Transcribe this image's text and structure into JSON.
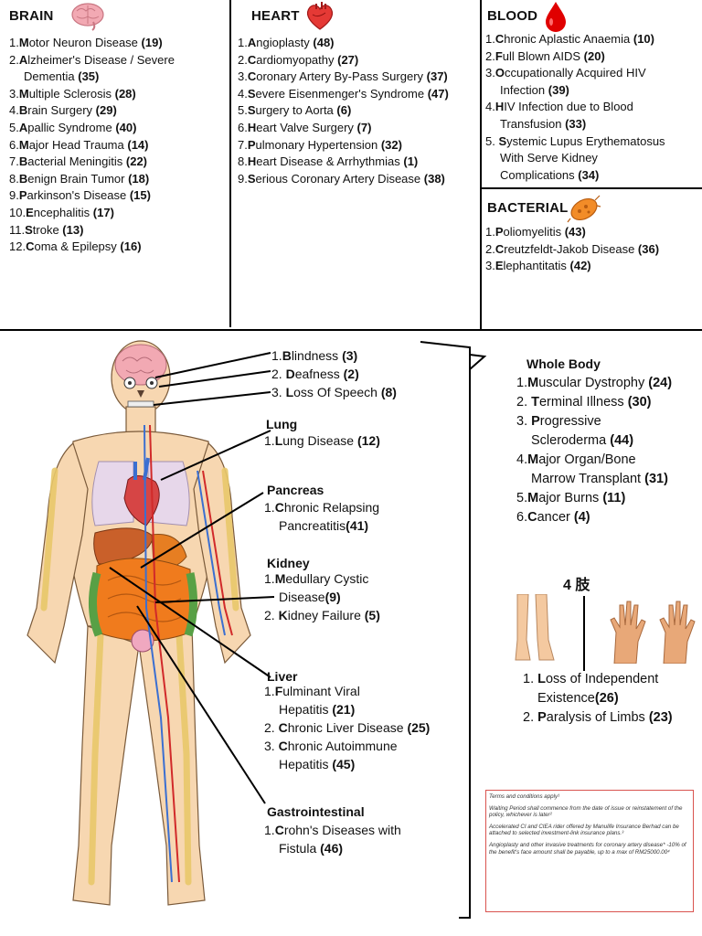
{
  "colors": {
    "accent_red": "#d32f2f",
    "bone": "#f3d98b",
    "skin": "#f7d7b1",
    "vein": "#3b6fd1",
    "artery": "#d12a2a"
  },
  "brain": {
    "title": "BRAIN",
    "icon": "brain-icon",
    "items": [
      {
        "num": "1.",
        "first": "M",
        "rest": "otor Neuron Disease ",
        "code": "(19)"
      },
      {
        "num": "2.",
        "first": "A",
        "rest": "lzheimer's Disease / Severe",
        "cont": "Dementia ",
        "code": "(35)"
      },
      {
        "num": "3.",
        "first": "M",
        "rest": "ultiple Sclerosis ",
        "code": "(28)"
      },
      {
        "num": "4.",
        "first": "B",
        "rest": "rain Surgery ",
        "code": "(29)"
      },
      {
        "num": "5.",
        "first": "A",
        "rest": "pallic Syndrome ",
        "code": "(40)"
      },
      {
        "num": "6.",
        "first": "M",
        "rest": "ajor Head Trauma ",
        "code": "(14)"
      },
      {
        "num": "7.",
        "first": "B",
        "rest": "acterial Meningitis ",
        "code": "(22)"
      },
      {
        "num": "8.",
        "first": "B",
        "rest": "enign Brain Tumor ",
        "code": "(18)"
      },
      {
        "num": "9.",
        "first": "P",
        "rest": "arkinson's Disease ",
        "code": "(15)"
      },
      {
        "num": "10.",
        "first": "E",
        "rest": "ncephalitis ",
        "code": "(17)"
      },
      {
        "num": "11.",
        "first": "S",
        "rest": "troke ",
        "code": "(13)"
      },
      {
        "num": "12.",
        "first": "C",
        "rest": "oma & Epilepsy ",
        "code": "(16)"
      }
    ]
  },
  "heart": {
    "title": "HEART",
    "icon": "heart-icon",
    "items": [
      {
        "num": "1.",
        "first": "A",
        "rest": "ngioplasty ",
        "code": "(48)"
      },
      {
        "num": "2.",
        "first": "C",
        "rest": "ardiomyopathy ",
        "code": "(27)"
      },
      {
        "num": "3.",
        "first": "C",
        "rest": "oronary Artery By-Pass Surgery ",
        "code": "(37)"
      },
      {
        "num": "4.",
        "first": "S",
        "rest": "evere Eisenmenger's Syndrome ",
        "code": "(47)"
      },
      {
        "num": "5.",
        "first": "S",
        "rest": "urgery to Aorta ",
        "code": "(6)"
      },
      {
        "num": "6.",
        "first": "H",
        "rest": "eart Valve Surgery ",
        "code": "(7)"
      },
      {
        "num": "7.",
        "first": "P",
        "rest": "ulmonary Hypertension ",
        "code": "(32)"
      },
      {
        "num": "8.",
        "first": "H",
        "rest": "eart Disease & Arrhythmias ",
        "code": "(1)"
      },
      {
        "num": "9.",
        "first": "S",
        "rest": "erious Coronary Artery Disease ",
        "code": "(38)"
      }
    ]
  },
  "blood": {
    "title": "BLOOD",
    "icon": "blood-drop-icon",
    "items": [
      {
        "num": "1.",
        "first": "C",
        "rest": "hronic Aplastic Anaemia ",
        "code": "(10)"
      },
      {
        "num": "2.",
        "first": "F",
        "rest": "ull Blown AIDS ",
        "code": "(20)"
      },
      {
        "num": "3.",
        "first": "O",
        "rest": "ccupationally Acquired HIV",
        "cont": "Infection ",
        "code": "(39)"
      },
      {
        "num": "4.",
        "first": "H",
        "rest": "IV Infection due to Blood",
        "cont": "Transfusion ",
        "code": "(33)"
      },
      {
        "num": "5. ",
        "first": "S",
        "rest": "ystemic Lupus Erythematosus",
        "cont": "With Serve Kidney",
        "cont2": "Complications ",
        "code": "(34)"
      }
    ]
  },
  "bacterial": {
    "title": "BACTERIAL",
    "icon": "bacteria-icon",
    "items": [
      {
        "num": "1.",
        "first": "P",
        "rest": "oliomyelitis ",
        "code": "(43)"
      },
      {
        "num": "2.",
        "first": "C",
        "rest": "reutzfeldt-Jakob Disease ",
        "code": "(36)"
      },
      {
        "num": "3.",
        "first": "E",
        "rest": "lephantitatis ",
        "code": "(42)"
      }
    ]
  },
  "head": {
    "items": [
      {
        "num": "1.",
        "first": "B",
        "rest": "lindness ",
        "code": "(3)"
      },
      {
        "num": "2. ",
        "first": "D",
        "rest": "eafness ",
        "code": "(2)"
      },
      {
        "num": "3. ",
        "first": "L",
        "rest": "oss Of Speech ",
        "code": "(8)"
      }
    ]
  },
  "lung": {
    "title": "Lung",
    "items": [
      {
        "num": "1.",
        "first": "L",
        "rest": "ung Disease ",
        "code": "(12)"
      }
    ]
  },
  "pancreas": {
    "title": "Pancreas",
    "items": [
      {
        "num": "1.",
        "first": "C",
        "rest": "hronic Relapsing",
        "cont": "Pancreatitis",
        "code": "(41)"
      }
    ]
  },
  "kidney": {
    "title": "Kidney",
    "items": [
      {
        "num": "1.",
        "first": "M",
        "rest": "edullary Cystic",
        "cont": "Disease",
        "code": "(9)"
      },
      {
        "num": "2. ",
        "first": "K",
        "rest": "idney Failure ",
        "code": "(5)"
      }
    ]
  },
  "liver": {
    "title": "Liver",
    "items": [
      {
        "num": "1.",
        "first": "F",
        "rest": "ulminant Viral",
        "cont": "Hepatitis ",
        "code": "(21)"
      },
      {
        "num": "2. ",
        "first": "C",
        "rest": "hronic Liver Disease ",
        "code": "(25)"
      },
      {
        "num": "3. ",
        "first": "C",
        "rest": "hronic Autoimmune",
        "cont": "Hepatitis ",
        "code": "(45)"
      }
    ]
  },
  "gastro": {
    "title": "Gastrointestinal",
    "items": [
      {
        "num": "1.",
        "first": "C",
        "rest": "rohn's Diseases with",
        "cont": "Fistula ",
        "code": "(46)"
      }
    ]
  },
  "whole_body": {
    "title": "Whole Body",
    "items": [
      {
        "num": "1.",
        "first": "M",
        "rest": "uscular Dystrophy ",
        "code": "(24)"
      },
      {
        "num": "2. ",
        "first": "T",
        "rest": "erminal Illness ",
        "code": "(30)"
      },
      {
        "num": "3. ",
        "first": "P",
        "rest": "rogressive",
        "cont": "Scleroderma ",
        "code": "(44)"
      },
      {
        "num": "4.",
        "first": "M",
        "rest": "ajor Organ/Bone",
        "cont": "Marrow Transplant ",
        "code": "(31)"
      },
      {
        "num": "5.",
        "first": "M",
        "rest": "ajor Burns ",
        "code": "(11)"
      },
      {
        "num": "6.",
        "first": "C",
        "rest": "ancer ",
        "code": "(4)"
      }
    ]
  },
  "limbs": {
    "title": "4 肢",
    "items": [
      {
        "num": "1. ",
        "first": "L",
        "rest": "oss of Independent",
        "cont": "Existence",
        "code": "(26)"
      },
      {
        "num": "2. ",
        "first": "P",
        "rest": "aralysis of Limbs ",
        "code": "(23)"
      }
    ]
  },
  "terms": [
    "Terms and conditions apply¹",
    "Waiting Period shall commence from the date of issue or reinstatement of the policy, whichever is later²",
    "Accelerated CI and CIEA rider offered by Manulife Insurance Berhad can be attached to selected investment-link insurance plans.³",
    "Angioplasty and other invasive treatments for coronary artery disease* -10% of the benefit's face amount shall be payable, up to a max of RM25000.00⁴"
  ]
}
